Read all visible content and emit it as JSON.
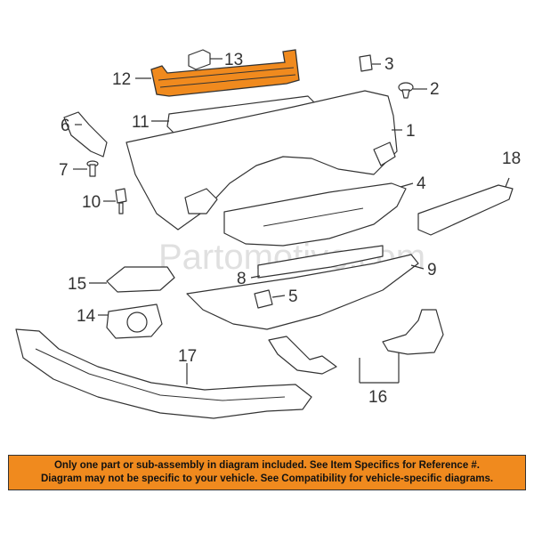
{
  "watermark": "Partomotive.com",
  "callouts": {
    "c1": "1",
    "c2": "2",
    "c3": "3",
    "c4": "4",
    "c5": "5",
    "c6": "6",
    "c7": "7",
    "c8": "8",
    "c9": "9",
    "c10": "10",
    "c11": "11",
    "c12": "12",
    "c13": "13",
    "c14": "14",
    "c15": "15",
    "c16": "16",
    "c17": "17",
    "c18": "18"
  },
  "notice": {
    "line1": "Only one part or sub-assembly in diagram included. See Item Specifics for Reference #.",
    "line2": "Diagram may not be specific to your vehicle. See Compatibility for vehicle-specific diagrams."
  },
  "colors": {
    "highlight": "#f08a1e",
    "line": "#333333"
  }
}
